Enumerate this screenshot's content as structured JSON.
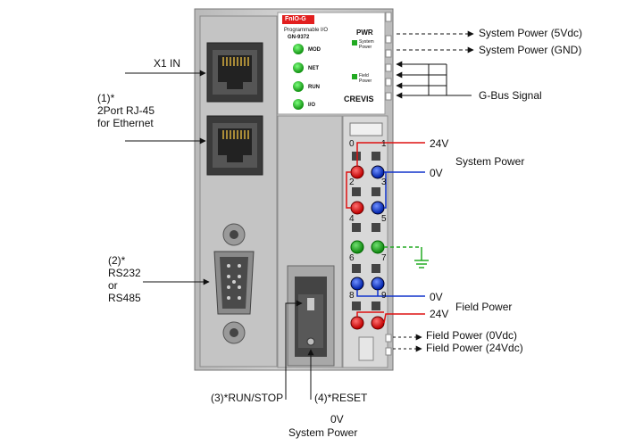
{
  "module": {
    "brand_tag": "FnIO-G",
    "subtitle": "Programmable I/O",
    "model": "GN-9372",
    "led_labels": [
      "MOD",
      "NET",
      "RUN",
      "I/O"
    ],
    "pwr_title": "PWR",
    "pwr_system": [
      "System",
      "Power"
    ],
    "pwr_field": [
      "Field",
      "Power"
    ],
    "logo": "CREVIS"
  },
  "terminals": {
    "numbers": [
      "0",
      "1",
      "2",
      "3",
      "4",
      "5",
      "6",
      "7",
      "8",
      "9"
    ]
  },
  "callouts": {
    "x1_in": "X1 IN",
    "rj45": [
      "(1)*",
      "2Port RJ-45",
      "for Ethernet"
    ],
    "serial": [
      "(2)*",
      "RS232",
      "or",
      "RS485"
    ],
    "run_stop": "(3)*RUN/STOP",
    "reset": "(4)*RESET",
    "bottom_power": [
      "0V",
      "System Power"
    ]
  },
  "right_labels": {
    "sys_5v": "System Power (5Vdc)",
    "sys_gnd": "System Power (GND)",
    "gbus": "G-Bus Signal",
    "v24_top": "24V",
    "v0_top": "0V",
    "system_power": "System Power",
    "v0_bot": "0V",
    "v24_bot": "24V",
    "field_power": "Field Power",
    "field_0v": "Field Power (0Vdc)",
    "field_24v": "Field Power (24Vdc)"
  },
  "colors": {
    "red": "#dd1111",
    "blue": "#1133cc",
    "green": "#22aa22",
    "housing": "#c8c8c8",
    "dark": "#3a3a3a"
  }
}
